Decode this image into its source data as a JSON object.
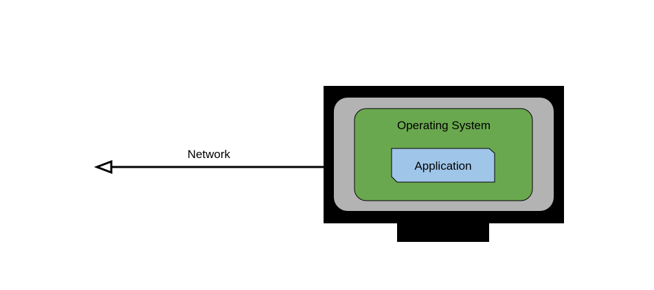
{
  "labels": {
    "network": "Network",
    "operating_system": "Operating System",
    "application": "Application"
  },
  "colors": {
    "background": "#ffffff",
    "monitor_frame": "#000000",
    "screen_bezel": "#b3b3b3",
    "operating_system_fill": "#6aa84f",
    "application_fill": "#9fc5e8",
    "stroke": "#000000"
  }
}
